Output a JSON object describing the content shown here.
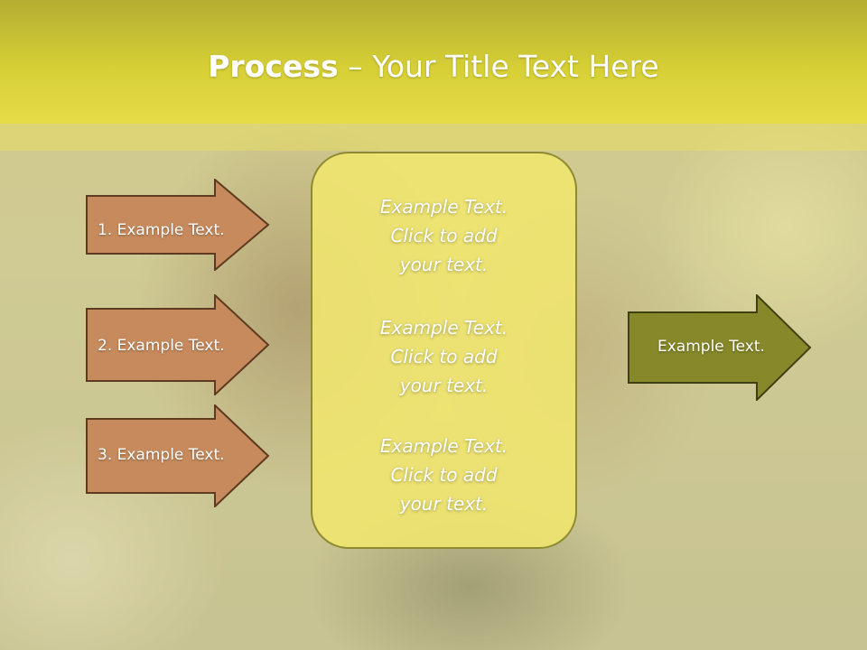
{
  "slide": {
    "title_bold": "Process",
    "title_dash": " – ",
    "title_rest": "Your Title Text Here"
  },
  "left_arrows": [
    {
      "label": "1. Example Text."
    },
    {
      "label": "2. Example Text."
    },
    {
      "label": "3. Example Text."
    }
  ],
  "center_blocks": [
    {
      "line1": "Example Text.",
      "line2": "Click  to add",
      "line3": "your text."
    },
    {
      "line1": "Example Text.",
      "line2": "Click  to add",
      "line3": "your text."
    },
    {
      "line1": "Example Text.",
      "line2": "Click  to add",
      "line3": "your text."
    }
  ],
  "right_arrow": {
    "label": "Example Text."
  },
  "colors": {
    "left_arrow_fill": "#c68a5c",
    "right_arrow_fill": "#86882a",
    "title_band": "#d8d036",
    "center_box": "#efe46e"
  }
}
